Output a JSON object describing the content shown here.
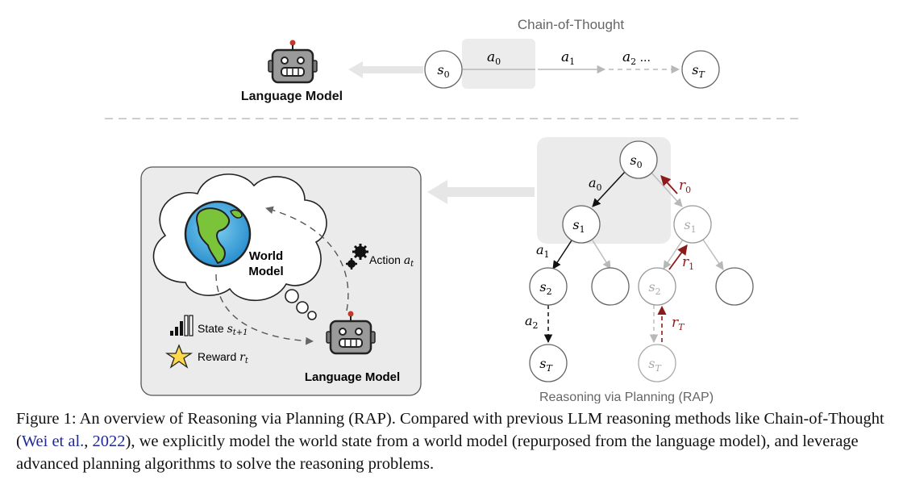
{
  "top": {
    "title": "Chain-of-Thought",
    "model_label": "Language Model",
    "nodes": [
      "s",
      "s"
    ],
    "node_subs": [
      "0",
      "T"
    ],
    "actions": [
      {
        "base": "a",
        "sub": "0"
      },
      {
        "base": "a",
        "sub": "1"
      },
      {
        "base": "a",
        "sub": "2",
        "suffix": " ..."
      }
    ]
  },
  "bottom": {
    "title": "Reasoning via Planning (RAP)",
    "world_model_line1": "World",
    "world_model_line2": "Model",
    "model_label": "Language Model",
    "action_label": "Action",
    "action_var": "a",
    "action_sub": "t",
    "state_label": "State",
    "state_var": "s",
    "state_sub": "t+1",
    "reward_label": "Reward",
    "reward_var": "r",
    "reward_sub": "t",
    "tree": {
      "root": {
        "base": "s",
        "sub": "0"
      },
      "left_child": {
        "base": "s",
        "sub": "1"
      },
      "right_child": {
        "base": "s",
        "sub": "1"
      },
      "ll": {
        "base": "s",
        "sub": "2"
      },
      "rl": {
        "base": "s",
        "sub": "2"
      },
      "l_leaf": {
        "base": "s",
        "sub": "T"
      },
      "r_leaf": {
        "base": "s",
        "sub": "T"
      },
      "edge_a0": {
        "base": "a",
        "sub": "0"
      },
      "edge_a1": {
        "base": "a",
        "sub": "1"
      },
      "edge_a2": {
        "base": "a",
        "sub": "2"
      },
      "reward_r0": {
        "base": "r",
        "sub": "0"
      },
      "reward_r1": {
        "base": "r",
        "sub": "1"
      },
      "reward_rT": {
        "base": "r",
        "sub": "T"
      }
    }
  },
  "caption": {
    "part1": "Figure 1: An overview of Reasoning via Planning (RAP). Compared with previous LLM reasoning methods like Chain-of-Thought (",
    "cite_author": "Wei et al.",
    "cite_sep": ", ",
    "cite_year": "2022",
    "part2": "), we explicitly model the world state from a world model (repurposed from the language model), and leverage advanced planning algorithms to solve the reasoning problems."
  },
  "colors": {
    "reward_red": "#8b1a1a",
    "gray_arrow": "#cfcfcf",
    "panel_fill": "#ececec",
    "cite_blue": "#1f2a96"
  }
}
